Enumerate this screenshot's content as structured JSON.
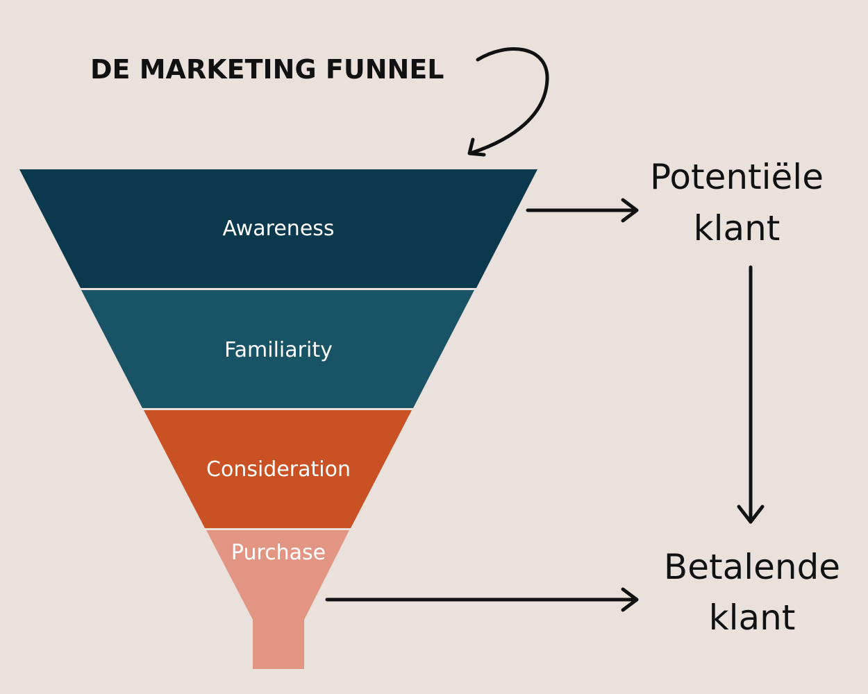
{
  "title": "DE MARKETING FUNNEL",
  "stages": [
    {
      "label": "Awareness",
      "color": "#0a394d"
    },
    {
      "label": "Familiarity",
      "color": "#185366"
    },
    {
      "label": "Consideration",
      "color": "#c95124"
    },
    {
      "label": "Purchase",
      "color": "#e39584"
    }
  ],
  "outcomes": {
    "potential": {
      "line1": "Potentiële",
      "line2": "klant"
    },
    "paying": {
      "line1": "Betalende",
      "line2": "klant"
    }
  },
  "colors": {
    "background": "#eae1dd",
    "ink": "#111111"
  }
}
